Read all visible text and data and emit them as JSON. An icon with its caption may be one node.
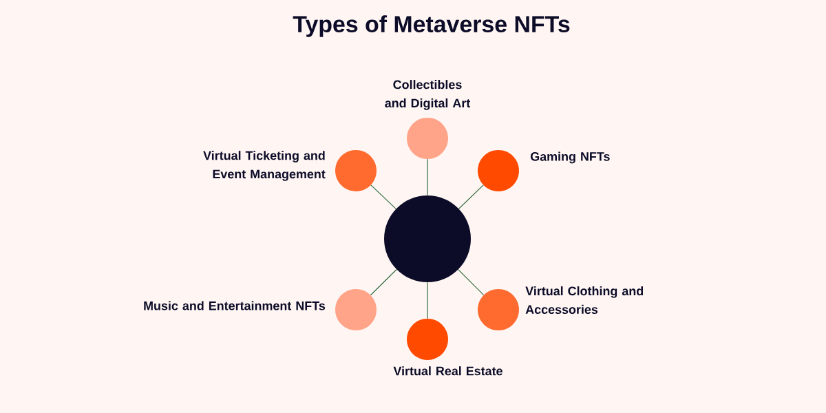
{
  "diagram": {
    "title": "Types of Metaverse NFTs",
    "nodes": [
      {
        "text": [],
        "shape": "circle"
      },
      {
        "text": [],
        "shape": "circle",
        "beside": [
          "Collectibles and Digital Art"
        ]
      },
      {
        "text": [],
        "shape": "circle",
        "beside": [
          "Gaming NFTs"
        ]
      },
      {
        "text": [],
        "shape": "circle",
        "beside": [
          "Virtual Clothing and Accessories"
        ]
      },
      {
        "text": [],
        "shape": "circle",
        "beside": [
          "Virtual Real Estate"
        ]
      },
      {
        "text": [],
        "shape": "circle",
        "beside": [
          "Music and Entertainment NFTs"
        ]
      },
      {
        "text": [],
        "shape": "circle",
        "beside": [
          "Virtual Ticketing and Event Management"
        ]
      }
    ],
    "edges": [
      {
        "from": 0,
        "to": 1,
        "arrow": "none"
      },
      {
        "from": 0,
        "to": 2,
        "arrow": "none"
      },
      {
        "from": 0,
        "to": 3,
        "arrow": "none"
      },
      {
        "from": 0,
        "to": 4,
        "arrow": "none"
      },
      {
        "from": 0,
        "to": 5,
        "arrow": "none"
      },
      {
        "from": 0,
        "to": 6,
        "arrow": "none"
      }
    ]
  }
}
